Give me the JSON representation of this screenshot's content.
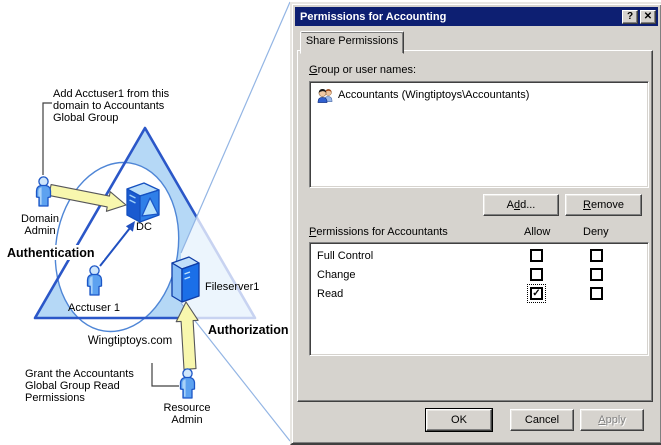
{
  "diagram": {
    "note_top": {
      "lines": [
        "Add Acctuser1 from this",
        "domain to Accountants",
        "Global Group"
      ]
    },
    "note_bottom": {
      "lines": [
        "Grant the Accountants",
        "Global Group Read",
        "Permissions"
      ]
    },
    "labels": {
      "domain_admin_line1": "Domain",
      "domain_admin_line2": "Admin",
      "authentication": "Authentication",
      "dc": "DC",
      "acctuser": "Acctuser 1",
      "fileserver": "Fileserver1",
      "authorization": "Authorization",
      "domain_name": "Wingtiptoys.com",
      "resource_admin_line1": "Resource",
      "resource_admin_line2": "Admin"
    }
  },
  "dialog": {
    "title": "Permissions for Accounting",
    "help_button": "?",
    "close_button": "✕",
    "tab": "Share Permissions",
    "group_label": {
      "label": "Group or user names:",
      "u": 0
    },
    "group_list": [
      {
        "name": "Accountants (Wingtiptoys\\Accountants)",
        "icon": "group-icon"
      }
    ],
    "add_button": {
      "label": "Add...",
      "u": 1
    },
    "remove_button": {
      "label": "Remove",
      "u": 0
    },
    "permissions_label": {
      "label": "Permissions for Accountants",
      "u": 0
    },
    "columns": {
      "allow": "Allow",
      "deny": "Deny"
    },
    "permissions": [
      {
        "name": "Full Control",
        "allow": false,
        "deny": false,
        "focus": false
      },
      {
        "name": "Change",
        "allow": false,
        "deny": false,
        "focus": false
      },
      {
        "name": "Read",
        "allow": true,
        "deny": false,
        "focus": true
      }
    ],
    "check_glyph": "✓",
    "ok_button": "OK",
    "cancel_button": "Cancel",
    "apply_button": {
      "label": "Apply",
      "u": 0
    }
  },
  "colors": {
    "dialog_face": "#d6d3ce",
    "titlebar": "#0d1f72",
    "title_text": "#ffffff",
    "triangle_fill": "#b5d8f6",
    "triangle_border": "#2b57c8",
    "ellipse_stroke": "#4f86d6",
    "callout_line": "#93b5e4",
    "arrow_yellow": "#f8f7ae",
    "server_blue": "#1b6fe8",
    "person_blue": "#5da2f0"
  }
}
